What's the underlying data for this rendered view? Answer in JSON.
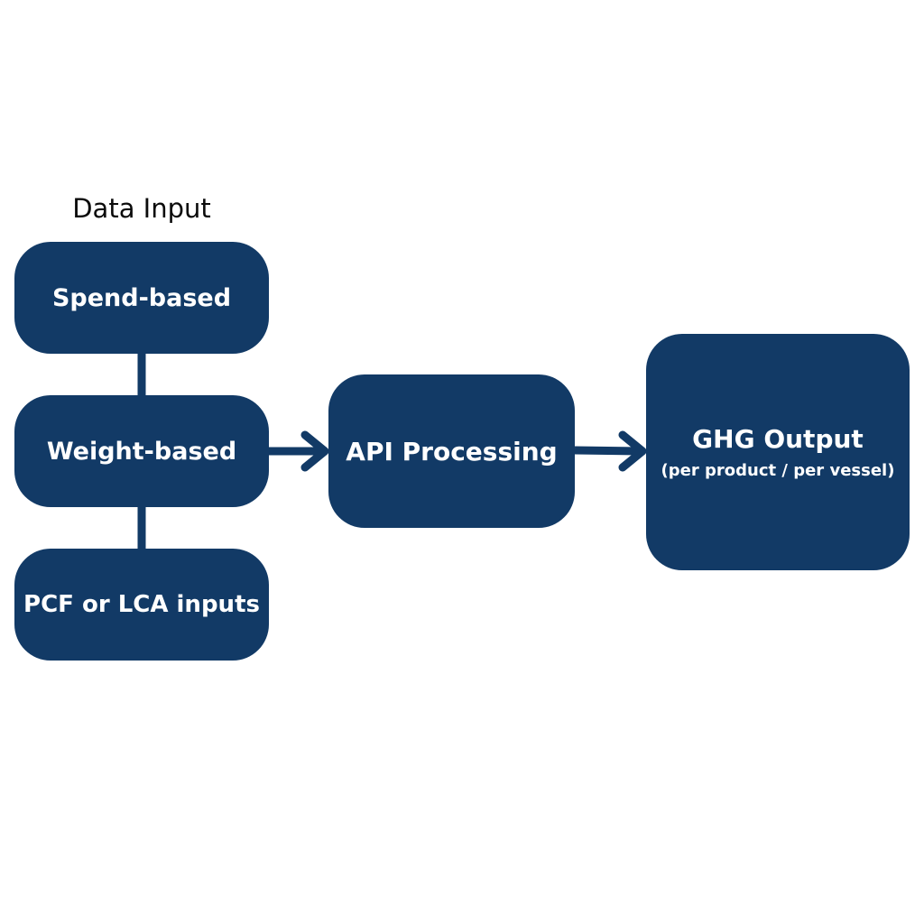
{
  "diagram": {
    "input_group_title": "Data Input",
    "inputs": [
      {
        "label": "Spend-based"
      },
      {
        "label": "Weight-based"
      },
      {
        "label": "PCF or LCA inputs"
      }
    ],
    "processing": {
      "label": "API Processing"
    },
    "output": {
      "title": "GHG Output",
      "subtitle": "(per product / per vessel)"
    },
    "edges": [
      {
        "from": "Spend-based",
        "to": "Weight-based",
        "style": "line"
      },
      {
        "from": "Weight-based",
        "to": "PCF or LCA inputs",
        "style": "line"
      },
      {
        "from": "Weight-based",
        "to": "API Processing",
        "style": "arrow"
      },
      {
        "from": "API Processing",
        "to": "GHG Output",
        "style": "arrow"
      }
    ],
    "colors": {
      "node_fill": "#123a66",
      "node_text": "#ffffff",
      "title_text": "#0b0b0b",
      "background": "#ffffff"
    }
  }
}
